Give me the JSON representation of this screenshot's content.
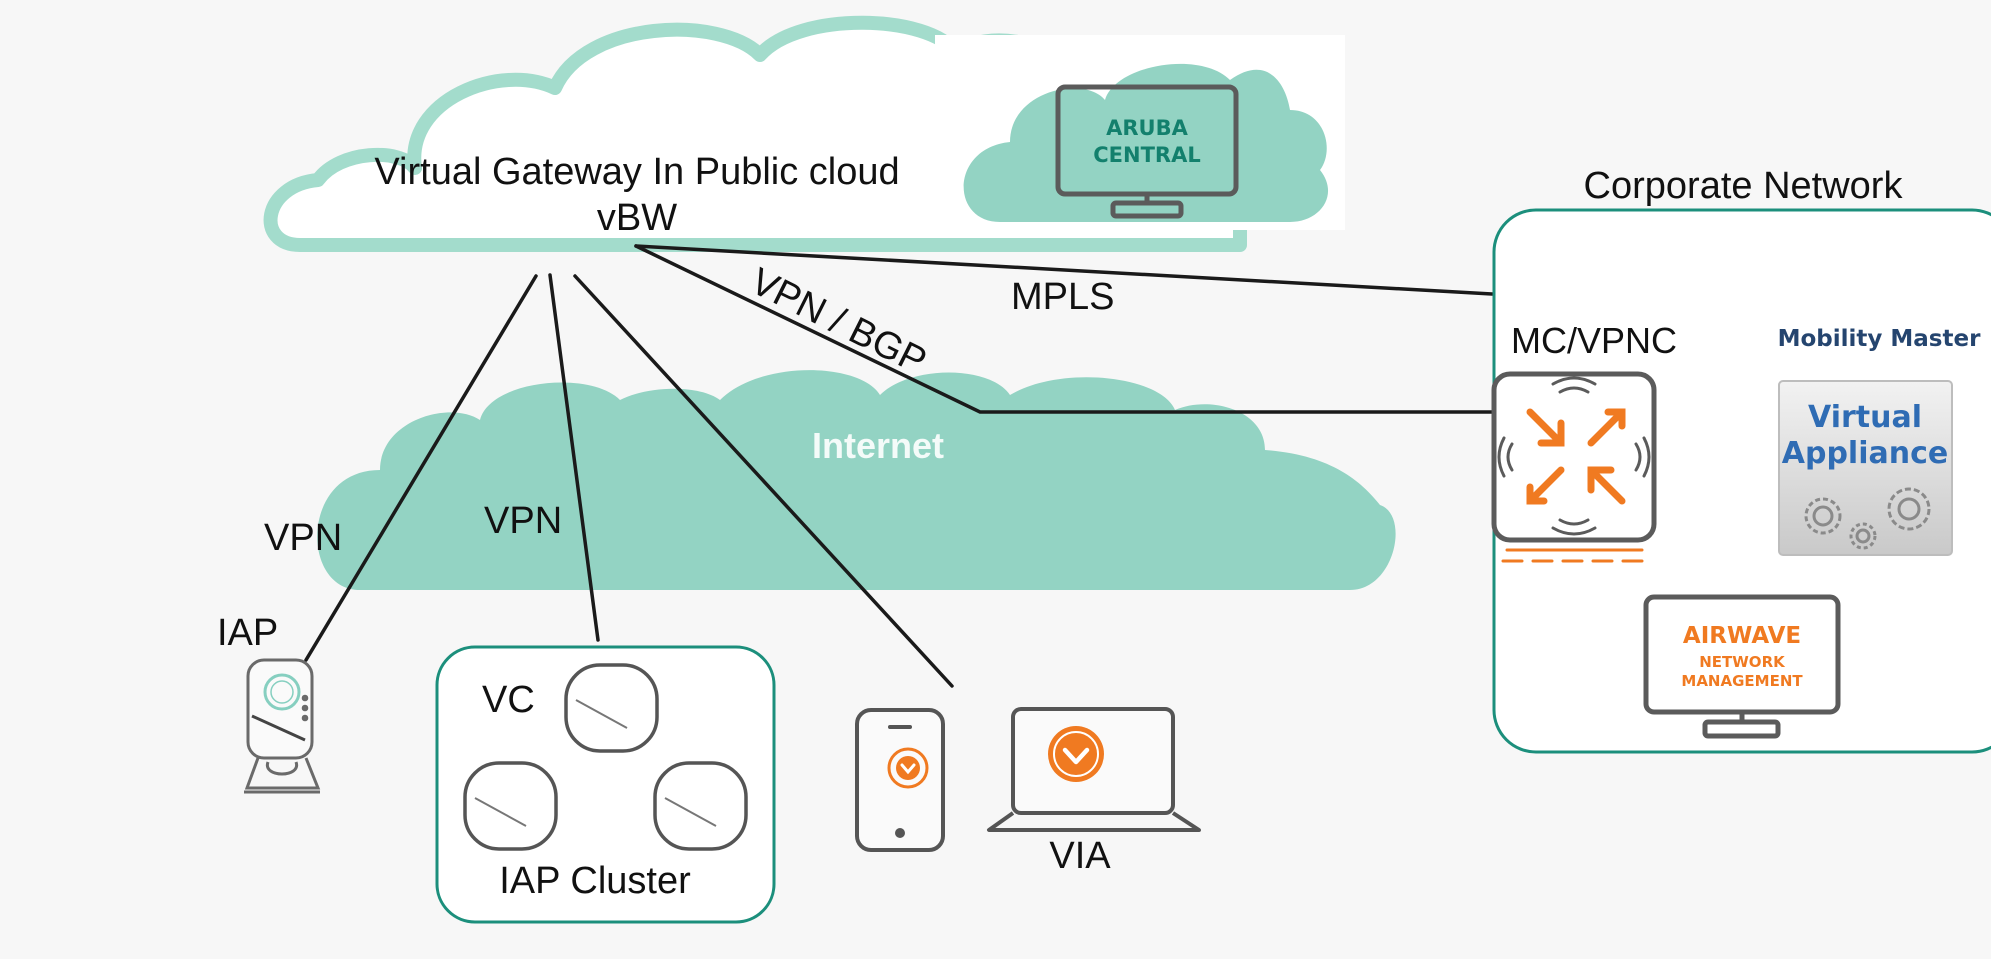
{
  "colors": {
    "background": "#f7f7f7",
    "teal_cloud": "#93d3c3",
    "teal_dark": "#1c8f7c",
    "orange": "#f07a21",
    "line": "#1a1a1a",
    "device_gray": "#5b5b5b",
    "mobility_master_blue": "#25456f",
    "virtual_appliance_blue": "#2f6cb4"
  },
  "public_cloud": {
    "title": "Virtual Gateway In Public cloud",
    "subtitle": "vBW"
  },
  "aruba_central": {
    "line1": "ARUBA",
    "line2": "CENTRAL"
  },
  "internet": {
    "label": "Internet"
  },
  "links": {
    "vpn_bgp": "VPN  / BGP",
    "mpls": "MPLS",
    "vpn_iap": "VPN",
    "vpn_cluster": "VPN"
  },
  "iap": {
    "label": "IAP"
  },
  "iap_cluster": {
    "vc_label": "VC",
    "label": "IAP Cluster"
  },
  "via": {
    "label": "VIA"
  },
  "corporate": {
    "title": "Corporate Network",
    "mc_vpnc": "MC/VPNC",
    "mobility_master": "Mobility Master",
    "virtual_appliance_line1": "Virtual",
    "virtual_appliance_line2": "Appliance",
    "airwave": "AIRWAVE",
    "airwave_sub1": "NETWORK",
    "airwave_sub2": "MANAGEMENT"
  },
  "icons": {
    "iap_device": "access-point-icon",
    "ap": "access-point-icon",
    "phone": "smartphone-icon",
    "laptop": "laptop-icon",
    "controller": "controller-icon",
    "gears": "gear-icon",
    "monitor": "monitor-icon"
  }
}
